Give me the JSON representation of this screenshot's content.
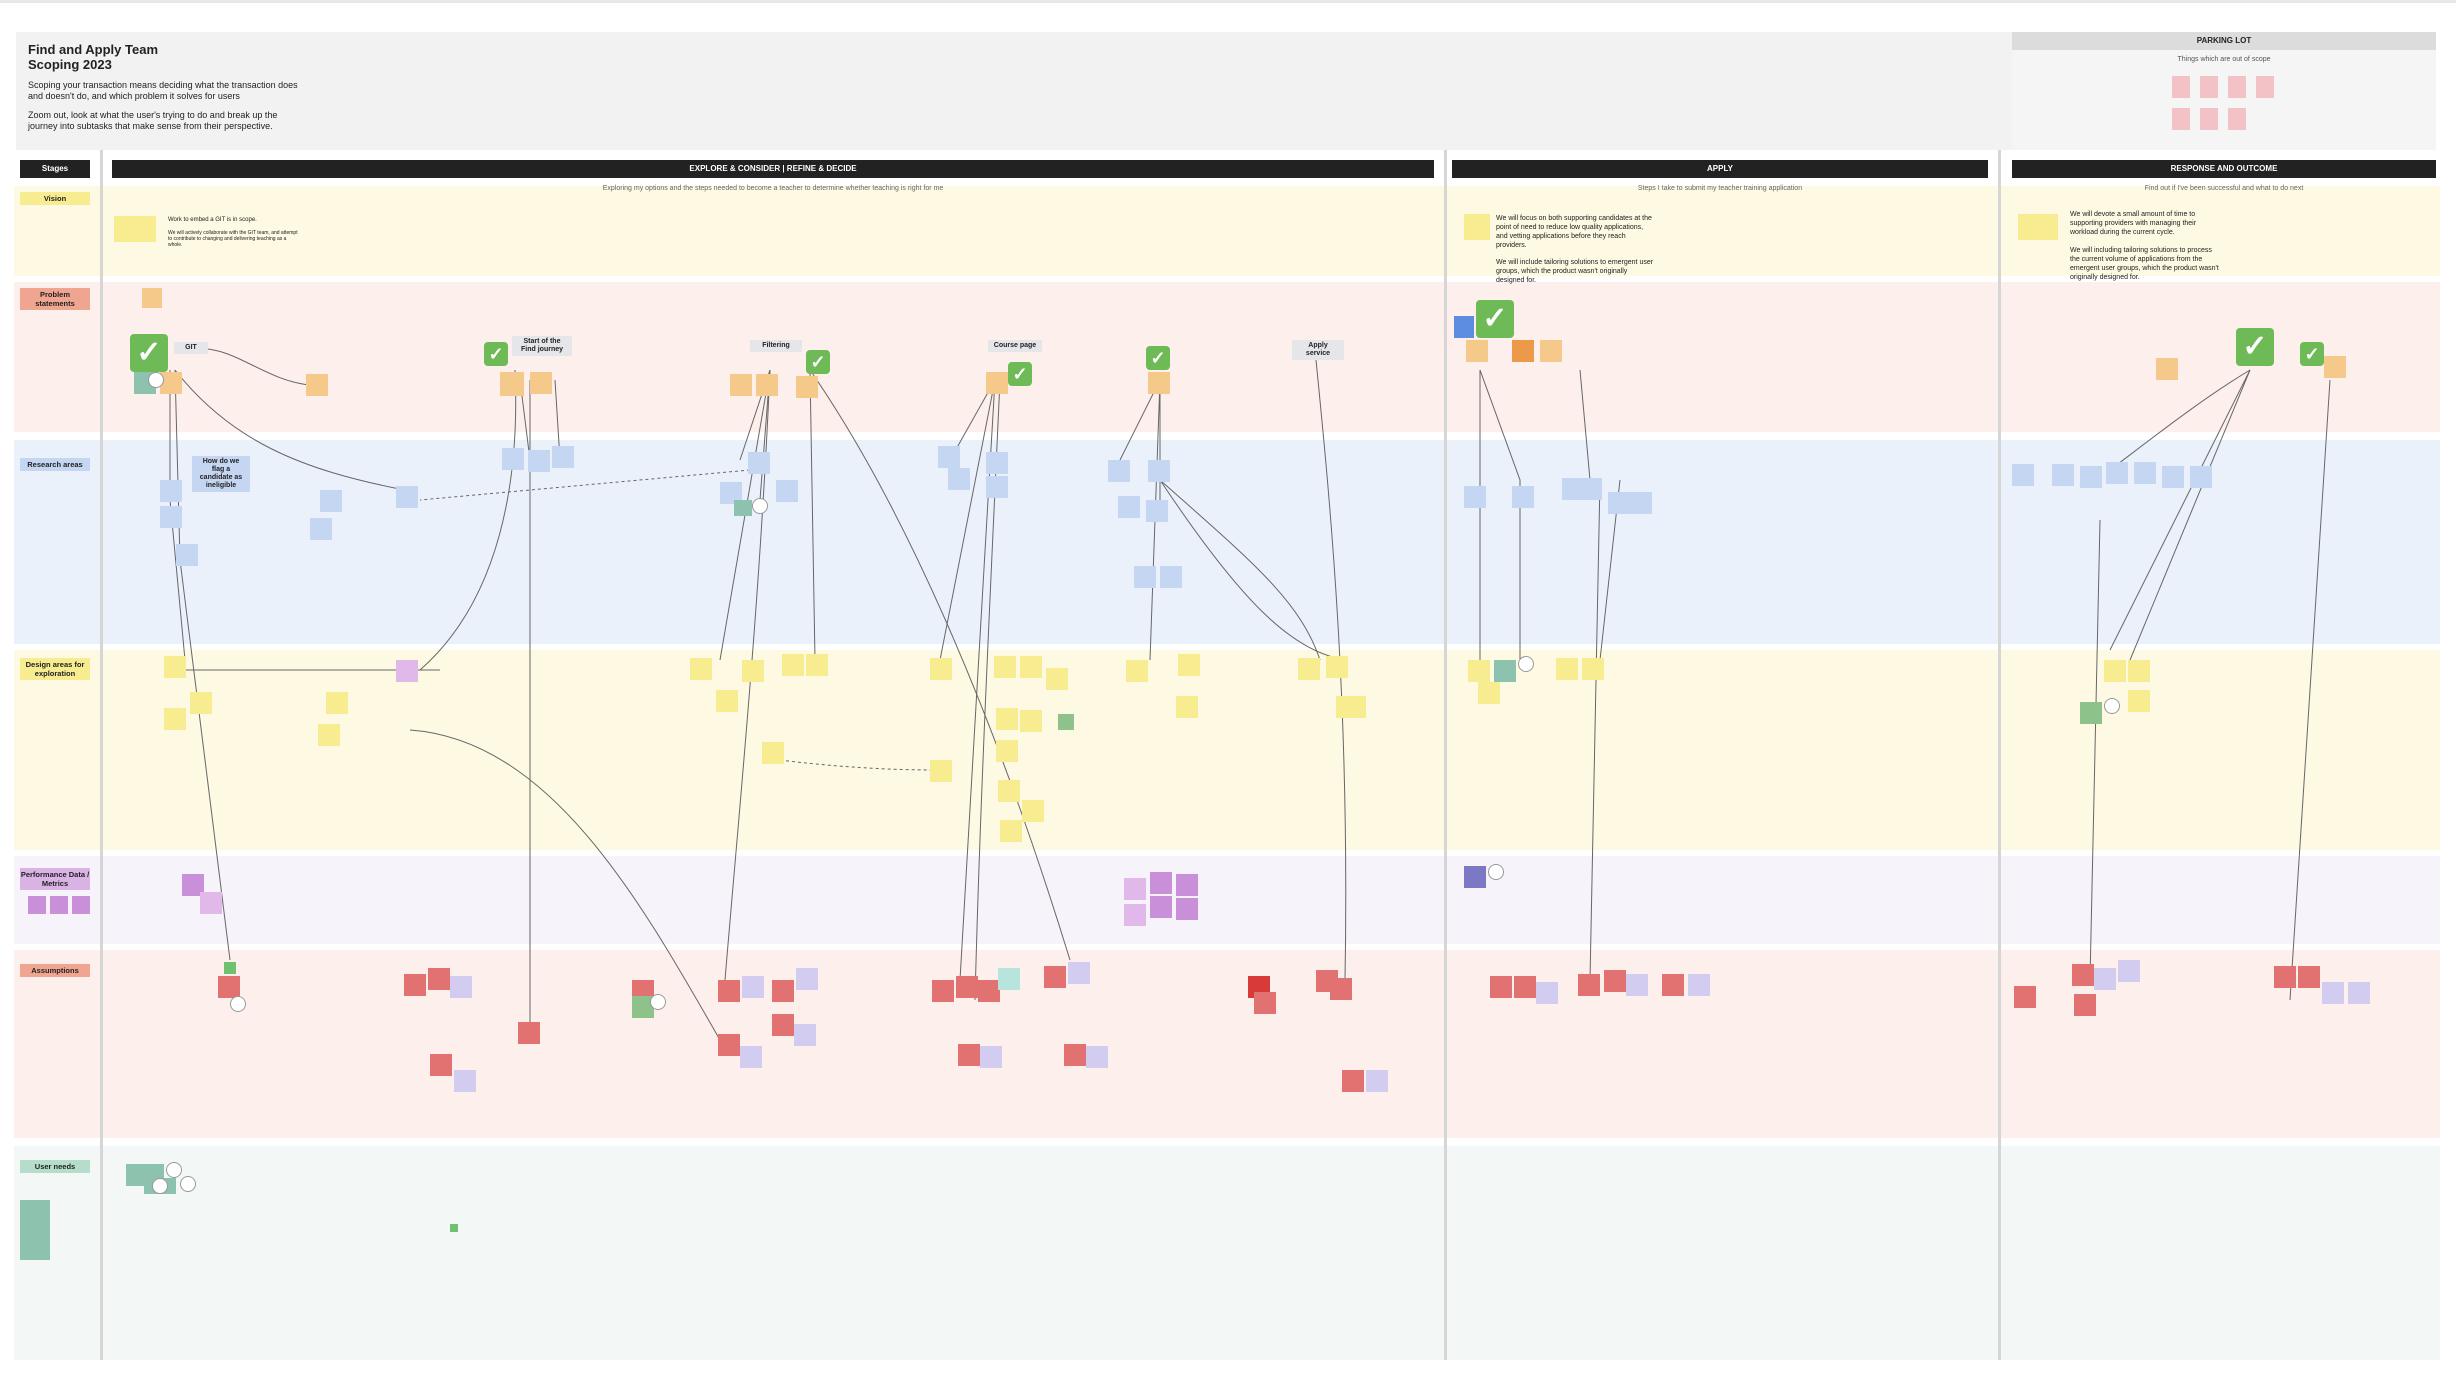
{
  "header": {
    "title_line1": "Find and Apply Team",
    "title_line2": "Scoping 2023",
    "intro_p1": "Scoping your transaction means deciding what the transaction does and doesn't do, and which problem it solves for users",
    "intro_p2": "Zoom out, look at what the user's trying to do and break up the journey into subtasks that make sense from their perspective."
  },
  "parking_lot": {
    "title": "PARKING LOT",
    "subtitle": "Things which are out of scope"
  },
  "stages": {
    "label": "Stages",
    "explore": "EXPLORE & CONSIDER  |  REFINE & DECIDE",
    "explore_sub": "Exploring my options and the steps needed to become a teacher to determine whether teaching is right for me",
    "apply": "APPLY",
    "apply_sub": "Steps I take to submit my teacher training application",
    "response": "RESPONSE AND OUTCOME",
    "response_sub": "Find out if I've been successful and what to do next"
  },
  "rows": {
    "vision": "Vision",
    "problem": "Problem statements",
    "research": "Research areas",
    "design": "Design areas for exploration",
    "performance": "Performance Data / Metrics",
    "assumptions": "Assumptions",
    "user_needs": "User needs"
  },
  "vision_text": {
    "explore_a": "Work to embed a GIT is in scope.",
    "explore_b": "We will actively collaborate with the GIT team, and attempt to contribute to changing and delivering teaching as a whole.",
    "apply": "We will focus on both supporting candidates at the point of need to reduce low quality applications, and vetting applications before they reach providers.",
    "apply_b": "We will include tailoring solutions to emergent user groups, which the product wasn't originally designed for.",
    "response": "We will devote a small amount of time to supporting providers with managing their workload during the current cycle.",
    "response_b": "We will including tailoring solutions to process the current volume of applications from the emergent user groups, which the product wasn't originally designed for."
  },
  "tags": {
    "git": "GIT",
    "start_find": "Start of the Find journey",
    "filtering": "Filtering",
    "course_page": "Course page",
    "apply_service": "Apply service",
    "how_flag": "How do we flag a candidate as ineligible"
  },
  "colors": {
    "vision_bg": "#fdf9e3",
    "problem_bg": "#fdf0ec",
    "research_bg": "#ebf1fb",
    "design_bg": "#fdf9e3",
    "performance_bg": "#f6f3fb",
    "assumptions_bg": "#fdf0ec",
    "user_needs_bg": "#f3f8f6",
    "check_green": "#6dba57",
    "stage_black": "#222222"
  },
  "icons": {
    "check": "checkmark-icon",
    "vote": "vote-circle-icon"
  }
}
